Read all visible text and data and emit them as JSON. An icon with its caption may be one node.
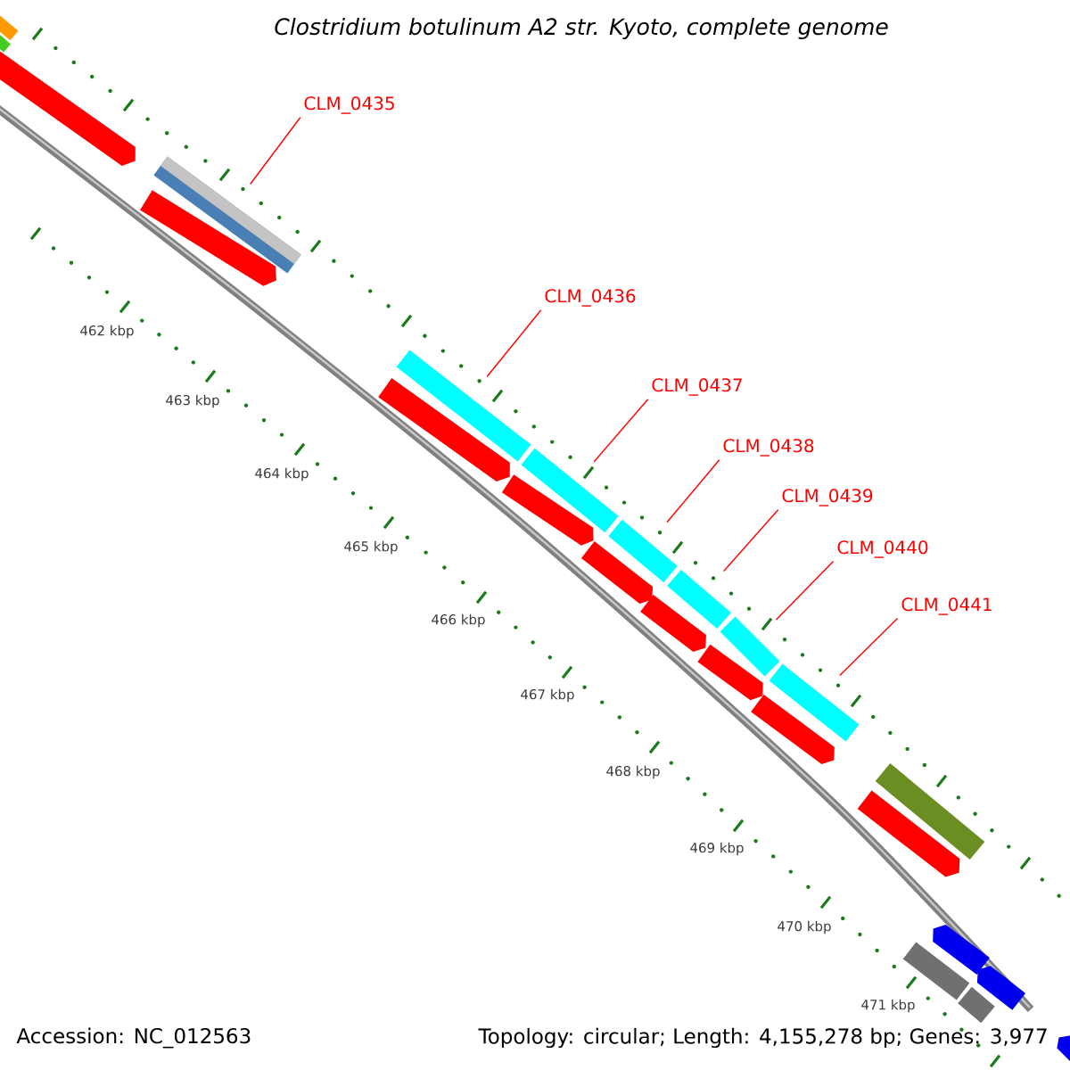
{
  "diagram": {
    "title": "Clostridium botulinum A2 str. Kyoto, complete genome",
    "nodes": [
      {
        "text": [],
        "shape": "bar"
      },
      {
        "text": [],
        "shape": "bar"
      },
      {
        "text": [],
        "shape": "bar"
      },
      {
        "text": [
          "CLM_0435"
        ]
      },
      {
        "text": [],
        "shape": "bar"
      },
      {
        "text": [],
        "shape": "bar"
      },
      {
        "text": [
          "CLM_0436"
        ]
      },
      {
        "text": [],
        "shape": "bar"
      },
      {
        "text": [
          "CLM_0437"
        ]
      },
      {
        "text": [],
        "shape": "bar"
      },
      {
        "text": [
          "CLM_0438"
        ]
      },
      {
        "text": [],
        "shape": "bar"
      },
      {
        "text": [
          "CLM_0439"
        ]
      },
      {
        "text": [],
        "shape": "bar"
      },
      {
        "text": [
          "CLM_0440"
        ]
      },
      {
        "text": [],
        "shape": "bar"
      },
      {
        "text": [
          "CLM_0441"
        ]
      },
      {
        "text": [],
        "shape": "bar"
      },
      {
        "text": [],
        "shape": "bar"
      },
      {
        "text": [],
        "shape": "bar"
      },
      {
        "text": [],
        "shape": "bar"
      },
      {
        "text": [],
        "shape": "bar"
      },
      {
        "text": [],
        "shape": "bar"
      },
      {
        "text": [],
        "shape": "bar"
      },
      {
        "text": [],
        "shape": "bar"
      },
      {
        "text": [],
        "shape": "bar"
      },
      {
        "text": [],
        "shape": "bar"
      },
      {
        "text": [],
        "shape": "bar"
      },
      {
        "text": [],
        "shape": "bar"
      },
      {
        "text": [],
        "shape": "bar"
      },
      {
        "text": [],
        "shape": "bar"
      }
    ],
    "edges": [
      {
        "from": 3,
        "to": 4,
        "arrow": "none"
      },
      {
        "from": 6,
        "to": 7,
        "arrow": "none"
      },
      {
        "from": 8,
        "to": 9,
        "arrow": "none"
      },
      {
        "from": 10,
        "to": 11,
        "arrow": "none"
      },
      {
        "from": 12,
        "to": 13,
        "arrow": "none"
      },
      {
        "from": 14,
        "to": 15,
        "arrow": "none"
      },
      {
        "from": 16,
        "to": 17,
        "arrow": "none"
      }
    ],
    "labels": [
      "462 kbp",
      "463 kbp",
      "464 kbp",
      "465 kbp",
      "466 kbp",
      "467 kbp",
      "468 kbp",
      "469 kbp",
      "470 kbp",
      "471 kbp",
      "Accession: NC_012563",
      "Topology: circular; Length: 4,155,278 bp; Genes: 3,977"
    ]
  }
}
